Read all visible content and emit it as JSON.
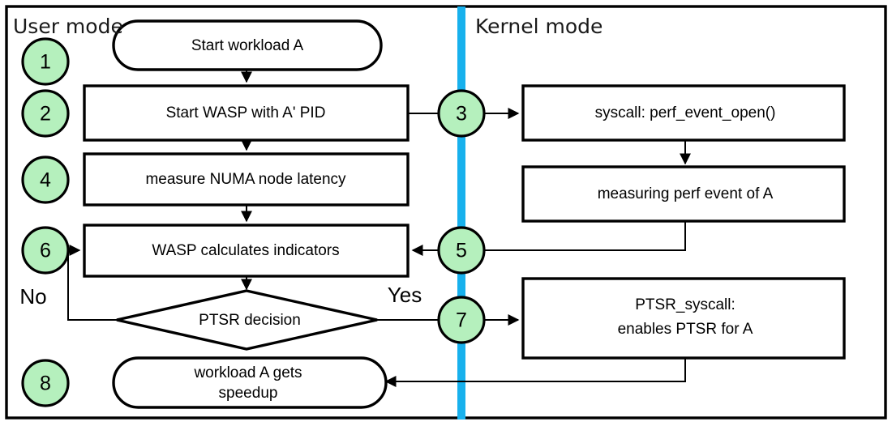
{
  "diagram": {
    "title_hidden": "",
    "colors": {
      "divider": "#18b1ed",
      "step_circle_fill": "#b5f0bd",
      "node_fill": "#ffffff",
      "stroke": "#000000"
    },
    "lanes": [
      {
        "id": "user-mode",
        "label": "User mode"
      },
      {
        "id": "kernel-mode",
        "label": "Kernel mode"
      }
    ],
    "steps": [
      {
        "id": "step-1",
        "number": "1"
      },
      {
        "id": "step-2",
        "number": "2"
      },
      {
        "id": "step-3",
        "number": "3"
      },
      {
        "id": "step-4",
        "number": "4"
      },
      {
        "id": "step-5",
        "number": "5"
      },
      {
        "id": "step-6",
        "number": "6"
      },
      {
        "id": "step-7",
        "number": "7"
      },
      {
        "id": "step-8",
        "number": "8"
      }
    ],
    "nodes": [
      {
        "id": "start-workload",
        "shape": "stadium",
        "lane": "user-mode",
        "lines": [
          "Start workload A"
        ]
      },
      {
        "id": "start-wasp",
        "shape": "rect",
        "lane": "user-mode",
        "lines": [
          "Start WASP with A' PID"
        ]
      },
      {
        "id": "measure-numa",
        "shape": "rect",
        "lane": "user-mode",
        "lines": [
          "measure NUMA node latency"
        ]
      },
      {
        "id": "wasp-calculates",
        "shape": "rect",
        "lane": "user-mode",
        "lines": [
          "WASP calculates indicators"
        ]
      },
      {
        "id": "ptsr-decision",
        "shape": "diamond",
        "lane": "user-mode",
        "lines": [
          "PTSR decision"
        ]
      },
      {
        "id": "workload-speedup",
        "shape": "stadium",
        "lane": "user-mode",
        "lines": [
          "workload A gets",
          "speedup"
        ]
      },
      {
        "id": "syscall-perf-event-open",
        "shape": "rect",
        "lane": "kernel-mode",
        "lines": [
          "syscall: perf_event_open()"
        ]
      },
      {
        "id": "measuring-perf-event",
        "shape": "rect",
        "lane": "kernel-mode",
        "lines": [
          "measuring perf event of A"
        ]
      },
      {
        "id": "ptsr-syscall",
        "shape": "rect",
        "lane": "kernel-mode",
        "lines": [
          "PTSR_syscall:",
          "enables PTSR for A"
        ]
      }
    ],
    "branch_labels": [
      {
        "id": "branch-no",
        "text": "No"
      },
      {
        "id": "branch-yes",
        "text": "Yes"
      }
    ]
  }
}
